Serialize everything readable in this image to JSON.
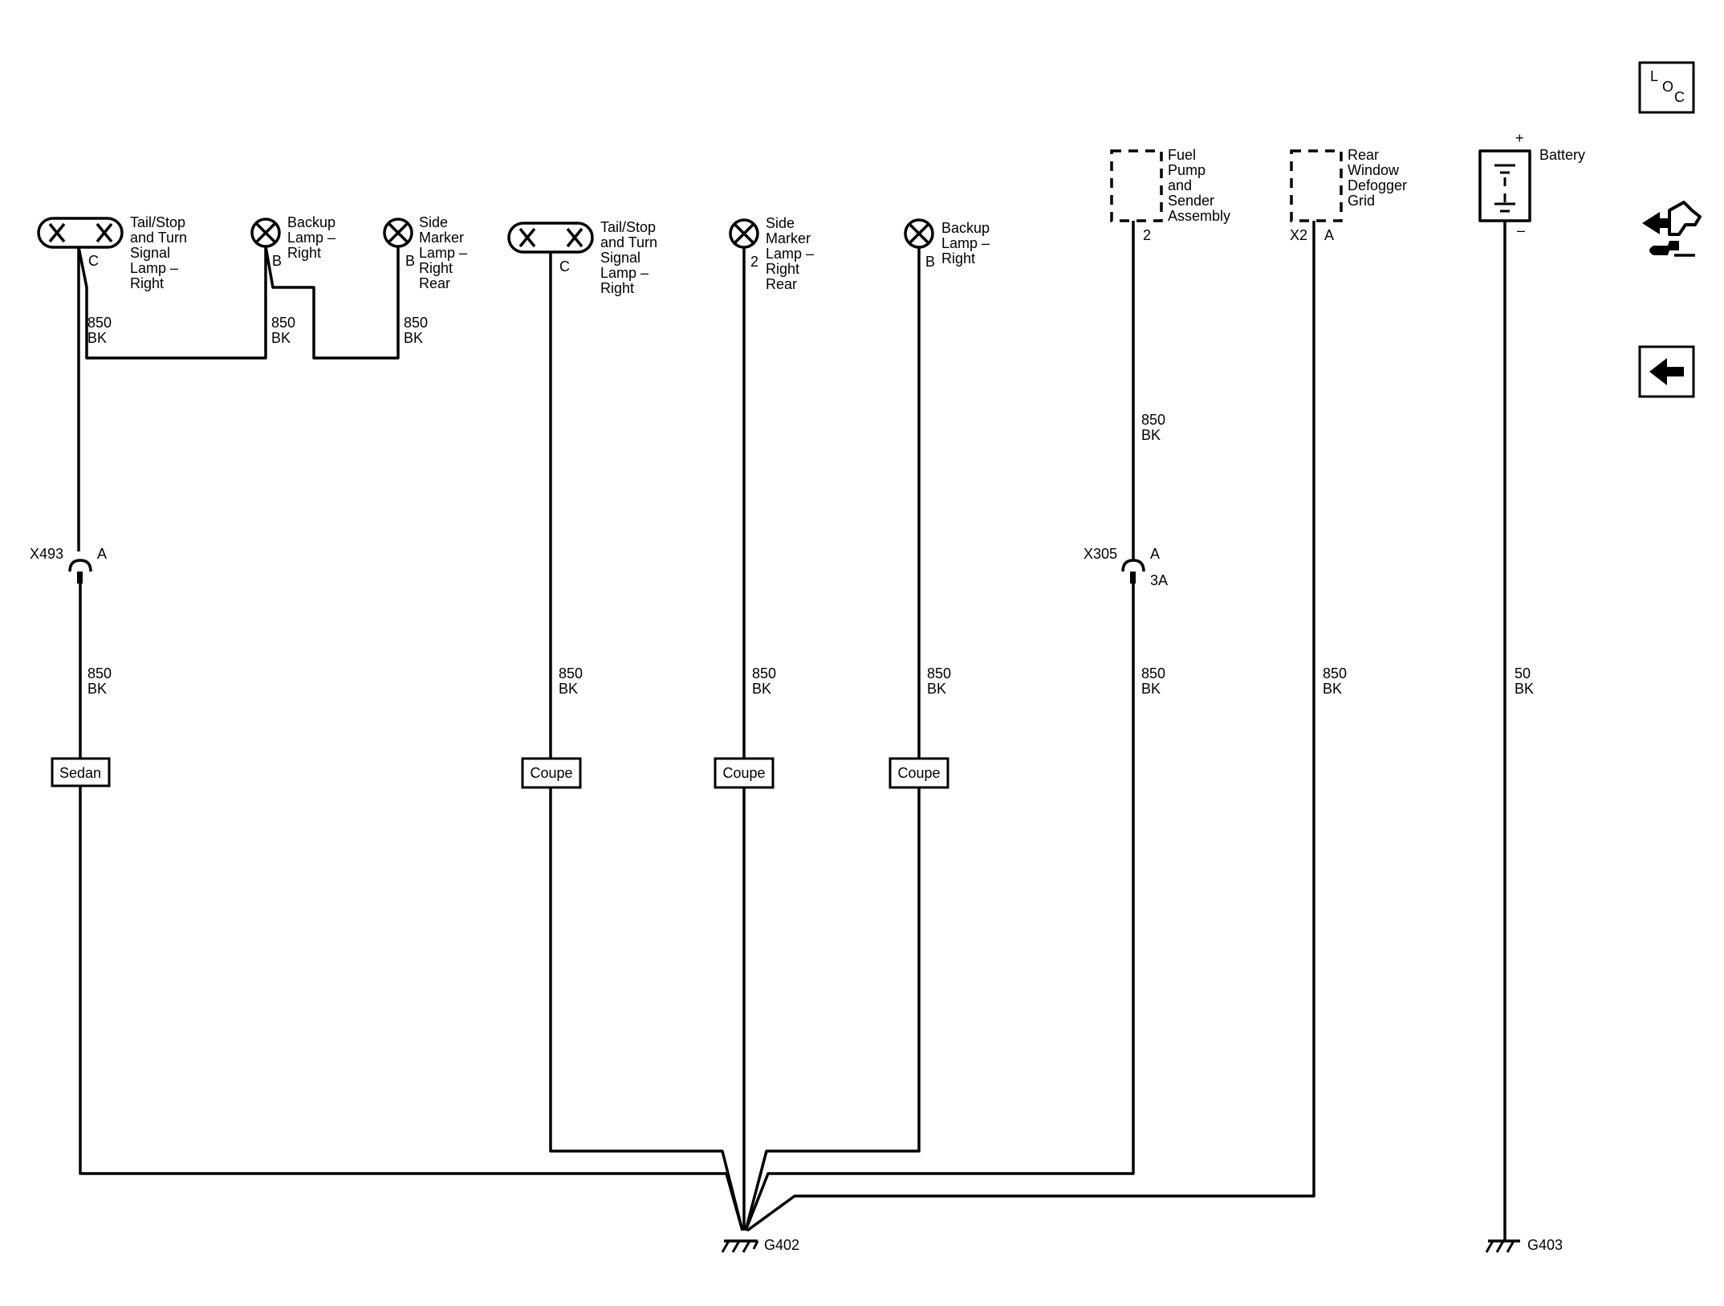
{
  "components": {
    "sedan_tail_lamp": [
      "Tail/Stop",
      "and Turn",
      "Signal",
      "Lamp –",
      "Right"
    ],
    "sedan_backup_lamp": [
      "Backup",
      "Lamp –",
      "Right"
    ],
    "sedan_side_marker": [
      "Side",
      "Marker",
      "Lamp –",
      "Right",
      "Rear"
    ],
    "coupe_tail_lamp": [
      "Tail/Stop",
      "and Turn",
      "Signal",
      "Lamp –",
      "Right"
    ],
    "coupe_side_marker": [
      "Side",
      "Marker",
      "Lamp –",
      "Right",
      "Rear"
    ],
    "coupe_backup_lamp": [
      "Backup",
      "Lamp –",
      "Right"
    ],
    "fuel_pump": [
      "Fuel",
      "Pump",
      "and",
      "Sender",
      "Assembly"
    ],
    "defogger": [
      "Rear",
      "Window",
      "Defogger",
      "Grid"
    ],
    "battery": [
      "Battery"
    ]
  },
  "pins": {
    "sedan_tail": "C",
    "sedan_backup": "B",
    "sedan_side_marker": "B",
    "coupe_tail": "C",
    "coupe_side_marker": "2",
    "coupe_backup": "B",
    "fuel_pump": "2",
    "defogger_connector": "X2",
    "defogger_pin": "A",
    "battery_plus": "+",
    "battery_minus": "–"
  },
  "connectors": {
    "x493": {
      "name": "X493",
      "pin": "A"
    },
    "x305": {
      "name": "X305",
      "pin": "A",
      "pin2": "3A"
    }
  },
  "wire_labels": {
    "sedan_tail_upper": [
      "850",
      "BK"
    ],
    "sedan_backup_upper": [
      "850",
      "BK"
    ],
    "sedan_side_upper": [
      "850",
      "BK"
    ],
    "fuel_upper": [
      "850",
      "BK"
    ],
    "sedan_lower": [
      "850",
      "BK"
    ],
    "coupe_tail_lower": [
      "850",
      "BK"
    ],
    "coupe_side_lower": [
      "850",
      "BK"
    ],
    "coupe_backup_lower": [
      "850",
      "BK"
    ],
    "fuel_lower": [
      "850",
      "BK"
    ],
    "defogger_lower": [
      "850",
      "BK"
    ],
    "battery_lower": [
      "50",
      "BK"
    ]
  },
  "options": {
    "sedan": "Sedan",
    "coupe_1": "Coupe",
    "coupe_2": "Coupe",
    "coupe_3": "Coupe"
  },
  "grounds": {
    "g402": "G402",
    "g403": "G403"
  },
  "nav": {
    "loc_button": [
      "L",
      "O",
      "C"
    ],
    "icons": [
      "location-icon",
      "connector-swap-icon",
      "back-arrow-icon"
    ]
  }
}
